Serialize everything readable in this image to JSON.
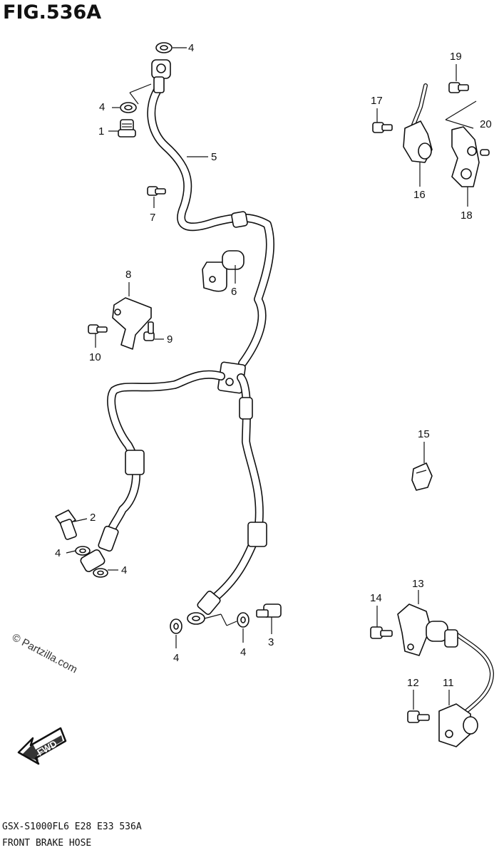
{
  "figure": {
    "title": "FIG.536A"
  },
  "watermark": {
    "text": "© Partzilla.com"
  },
  "fwd_badge": {
    "label": "FWD"
  },
  "footer": {
    "model_code": "GSX-S1000FL6  E28  E33  536A",
    "section_name": "FRONT BRAKE HOSE"
  },
  "callouts": {
    "c1": "1",
    "c2": "2",
    "c3": "3",
    "c4a": "4",
    "c4b": "4",
    "c4c": "4",
    "c4d": "4",
    "c4e": "4",
    "c4f": "4",
    "c5": "5",
    "c6": "6",
    "c7": "7",
    "c8": "8",
    "c9": "9",
    "c10": "10",
    "c11": "11",
    "c12": "12",
    "c13": "13",
    "c14": "14",
    "c15": "15",
    "c16": "16",
    "c17": "17",
    "c18": "18",
    "c19": "19",
    "c20": "20"
  }
}
